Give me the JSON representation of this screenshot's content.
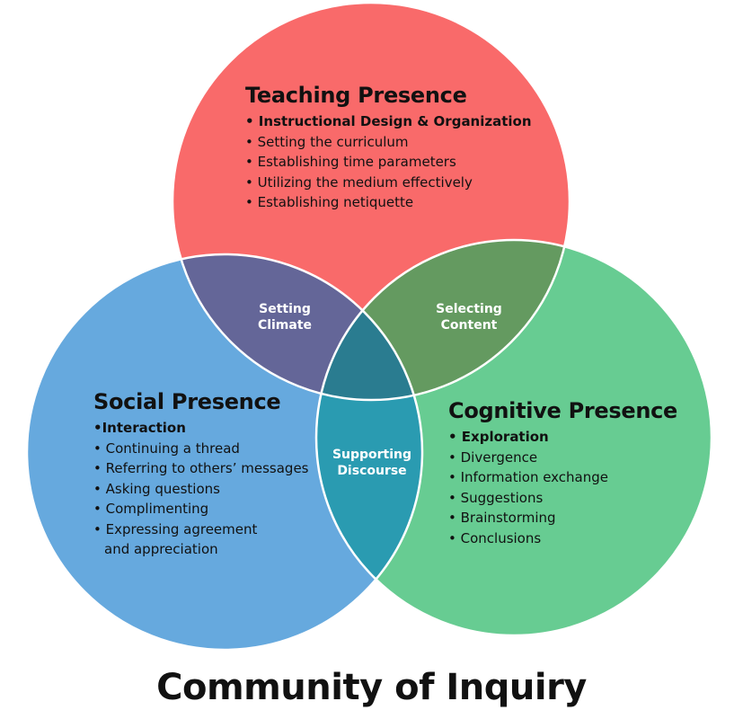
{
  "title": "Community of Inquiry",
  "colors": {
    "teaching": "#f96a6a",
    "social": "#66a9de",
    "cognitive": "#67cc92",
    "teaching_social": "#646698",
    "teaching_cognitive": "#649a60",
    "social_cognitive": "#2a9bb1",
    "center": "#2a7c90",
    "outline": "#ffffff"
  },
  "circles": {
    "teaching": {
      "title": "Teaching Presence",
      "items": [
        {
          "text": "• Instructional Design & Organization",
          "bold": true
        },
        {
          "text": "• Setting the curriculum"
        },
        {
          "text": "• Establishing time parameters"
        },
        {
          "text": "• Utilizing the medium effectively"
        },
        {
          "text": "• Establishing netiquette"
        }
      ]
    },
    "social": {
      "title": "Social Presence",
      "items": [
        {
          "text": "•Interaction",
          "bold": true
        },
        {
          "text": "• Continuing a thread"
        },
        {
          "text": "• Referring to others’ messages"
        },
        {
          "text": "• Asking questions"
        },
        {
          "text": "• Complimenting"
        },
        {
          "text": "• Expressing agreement"
        },
        {
          "text": "and appreciation",
          "indent": true
        }
      ]
    },
    "cognitive": {
      "title": "Cognitive Presence",
      "items": [
        {
          "text": "• Exploration",
          "bold": true
        },
        {
          "text": "• Divergence"
        },
        {
          "text": "• Information exchange"
        },
        {
          "text": "• Suggestions"
        },
        {
          "text": "• Brainstorming"
        },
        {
          "text": "• Conclusions"
        }
      ]
    }
  },
  "overlaps": {
    "setting_climate": [
      "Setting",
      "Climate"
    ],
    "selecting_content": [
      "Selecting",
      "Content"
    ],
    "supporting_discourse": [
      "Supporting",
      "Discourse"
    ]
  }
}
